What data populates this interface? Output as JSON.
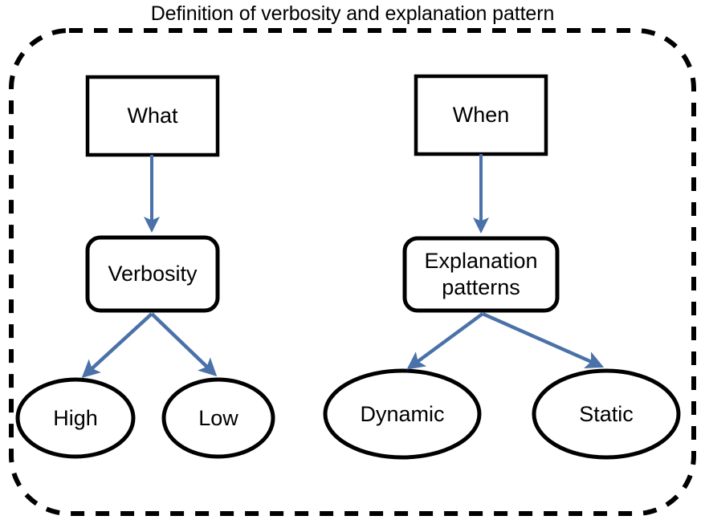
{
  "title": "Definition of verbosity and explanation pattern",
  "colors": {
    "arrow": "#4A72A8",
    "shape_stroke": "#000000",
    "shape_fill": "#FFFFFF",
    "background": "#FFFFFF",
    "border": "#000000"
  },
  "container": {
    "name": "dashed-rounded-container",
    "style": "dashed"
  },
  "nodes": {
    "what": {
      "label": "What",
      "shape": "rectangle"
    },
    "when": {
      "label": "When",
      "shape": "rectangle"
    },
    "verbosity": {
      "label": "Verbosity",
      "shape": "rounded-rectangle"
    },
    "explanation_patterns": {
      "label_line1": "Explanation",
      "label_line2": "patterns",
      "shape": "rounded-rectangle"
    },
    "high": {
      "label": "High",
      "shape": "ellipse"
    },
    "low": {
      "label": "Low",
      "shape": "ellipse"
    },
    "dynamic": {
      "label": "Dynamic",
      "shape": "ellipse"
    },
    "static": {
      "label": "Static",
      "shape": "ellipse"
    }
  },
  "edges": [
    {
      "from": "what",
      "to": "verbosity"
    },
    {
      "from": "when",
      "to": "explanation_patterns"
    },
    {
      "from": "verbosity",
      "to": "high"
    },
    {
      "from": "verbosity",
      "to": "low"
    },
    {
      "from": "explanation_patterns",
      "to": "dynamic"
    },
    {
      "from": "explanation_patterns",
      "to": "static"
    }
  ]
}
